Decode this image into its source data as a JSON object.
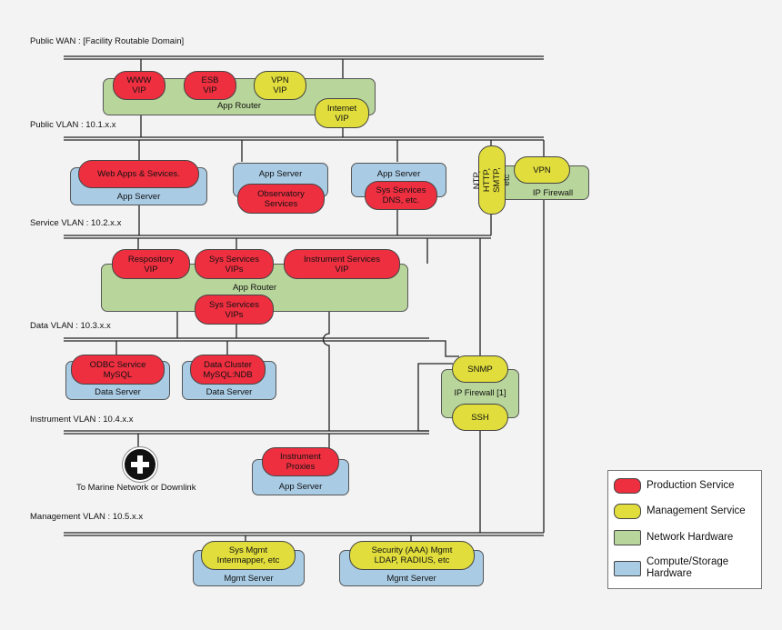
{
  "vlans": {
    "public_wan": "Public WAN : [Facility Routable Domain]",
    "public_vlan": "Public VLAN : 10.1.x.x",
    "service_vlan": "Service VLAN : 10.2.x.x",
    "data_vlan": "Data VLAN : 10.3.x.x",
    "instrument_vlan": "Instrument VLAN : 10.4.x.x",
    "management_vlan": "Management VLAN : 10.5.x.x"
  },
  "public_router": {
    "label": "App Router",
    "www_vip": "WWW\nVIP",
    "esb_vip": "ESB\nVIP",
    "vpn_vip": "VPN\nVIP",
    "internet_vip": "Internet\nVIP"
  },
  "service_tier": {
    "web_apps": "Web Apps & Sevices.",
    "app_server_1": "App Server",
    "app_server_2": "App Server",
    "observatory": "Observatory\nServices",
    "app_server_3": "App Server",
    "sys_services_dns": "Sys Services\nDNS, etc.",
    "ntp_pill": "NTP, HTTP,\nSMTP, etc",
    "vpn": "VPN",
    "ip_firewall": "IP Firewall"
  },
  "data_router": {
    "label": "App Router",
    "repository_vip": "Respository\nVIP",
    "sys_services_vips_top": "Sys Services\nVIPs",
    "instrument_services_vip": "Instrument Services\nVIP",
    "sys_services_vips_bottom": "Sys Services\nVIPs"
  },
  "data_tier": {
    "odbc": "ODBC Service\nMySQL",
    "data_server_1": "Data Server",
    "data_cluster": "Data Cluster\nMySQL:NDB",
    "data_server_2": "Data Server",
    "snmp": "SNMP",
    "ip_firewall_1": "IP Firewall [1]",
    "ssh": "SSH"
  },
  "instrument_tier": {
    "marine": "To Marine Network or Downlink",
    "instrument_proxies": "Instrument\nProxies",
    "app_server": "App Server"
  },
  "mgmt_tier": {
    "sys_mgmt": "Sys Mgmt\nIntermapper, etc",
    "mgmt_server_1": "Mgmt Server",
    "security": "Security (AAA) Mgmt\nLDAP, RADIUS, etc",
    "mgmt_server_2": "Mgmt Server"
  },
  "legend": {
    "production": "Production Service",
    "management": "Management Service",
    "network": "Network Hardware",
    "compute": "Compute/Storage\nHardware"
  },
  "colors": {
    "production": "#ee2f40",
    "management": "#e0dd3d",
    "network": "#b8d59b",
    "compute": "#a9cbe4"
  }
}
